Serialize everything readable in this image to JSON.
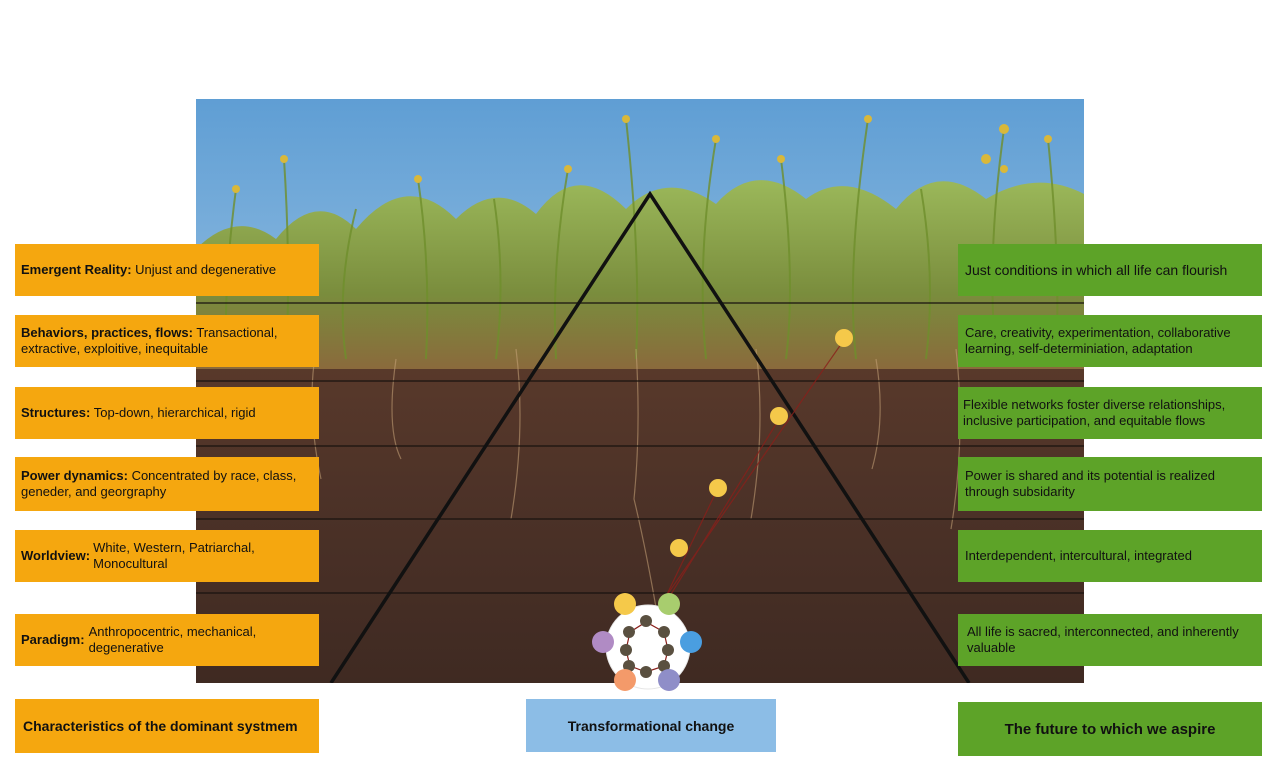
{
  "left_column": {
    "emergent_reality": {
      "label": "Emergent Reality:",
      "value": "Unjust and degenerative"
    },
    "behaviors": {
      "label": "Behaviors, practices, flows:",
      "value": "Transactional, extractive, exploitive, inequitable"
    },
    "structures": {
      "label": "Structures:",
      "value": "Top-down, hierarchical, rigid"
    },
    "power": {
      "label": "Power dynamics:",
      "value": "Concentrated by race, class, geneder, and georgraphy"
    },
    "worldview": {
      "label": "Worldview:",
      "value": "White, Western, Patriarchal, Monocultural"
    },
    "paradigm": {
      "label": "Paradigm:",
      "value": "Anthropocentric, mechanical, degenerative"
    },
    "footer": "Characteristics of the dominant systmem"
  },
  "right_column": {
    "items": [
      "Just conditions in which all life can flourish",
      "Care, creativity, experimentation, collaborative learning, self-determiniation, adaptation",
      "Flexible networks foster diverse relationships, inclusive participation, and equitable flows",
      "Power is shared and its  potential is realized through subsidarity",
      "Interdependent, intercultural, integrated",
      "All life is sacred, interconnected, and inherently valuable"
    ],
    "footer": "The future to which we aspire"
  },
  "center": {
    "footer": "Transformational change",
    "colors": {
      "left_box": "#f5a70f",
      "right_box": "#5da328",
      "center_box": "#8cbde6",
      "marker_dot": "#f5c94a",
      "soil": "#4a3227",
      "sky": "#7fb3dc"
    },
    "wheel_colors": [
      "#f5c94a",
      "#a8cd6e",
      "#4a9ee0",
      "#8f8ec8",
      "#f49a6a",
      "#b08bc4"
    ]
  }
}
